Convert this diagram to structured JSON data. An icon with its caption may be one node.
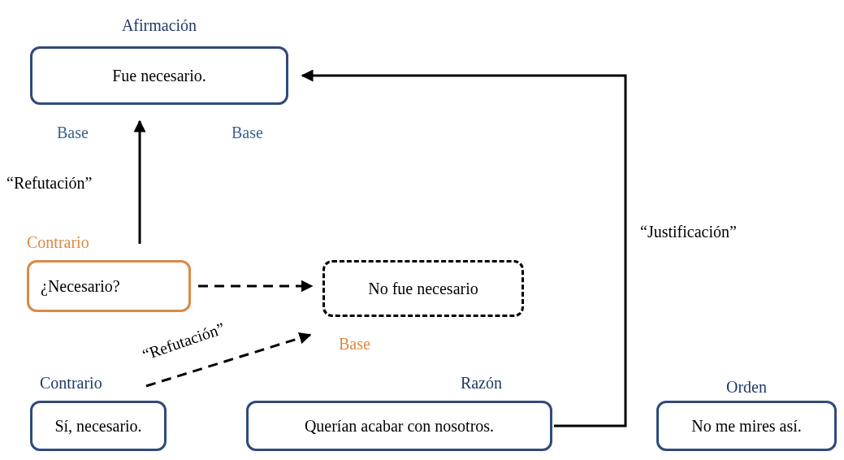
{
  "diagram": {
    "nodes": [
      {
        "text": [
          "Afirmación",
          "Fue necesario."
        ],
        "beside": [
          "Base",
          "Base"
        ]
      },
      {
        "text": [
          "Contrario",
          "¿Necesario?"
        ]
      },
      {
        "text": [
          "No fue necesario"
        ],
        "beside": [
          "Base"
        ]
      },
      {
        "text": [
          "Contrario",
          "Sí, necesario."
        ]
      },
      {
        "text": [
          "Razón",
          "Querían acabar con nosotros."
        ]
      },
      {
        "text": [
          "Orden",
          "No me mires así."
        ]
      }
    ],
    "edges": [
      {
        "from": 1,
        "to": 0,
        "arrow": "to",
        "label": "“Refutación”"
      },
      {
        "from": 1,
        "to": 2,
        "arrow": "to",
        "style": "dashed"
      },
      {
        "from": 3,
        "to": 2,
        "arrow": "to",
        "style": "dashed",
        "label": "“Refutación”"
      },
      {
        "from": 4,
        "to": 0,
        "arrow": "to",
        "label": "“Justificación”"
      }
    ]
  }
}
